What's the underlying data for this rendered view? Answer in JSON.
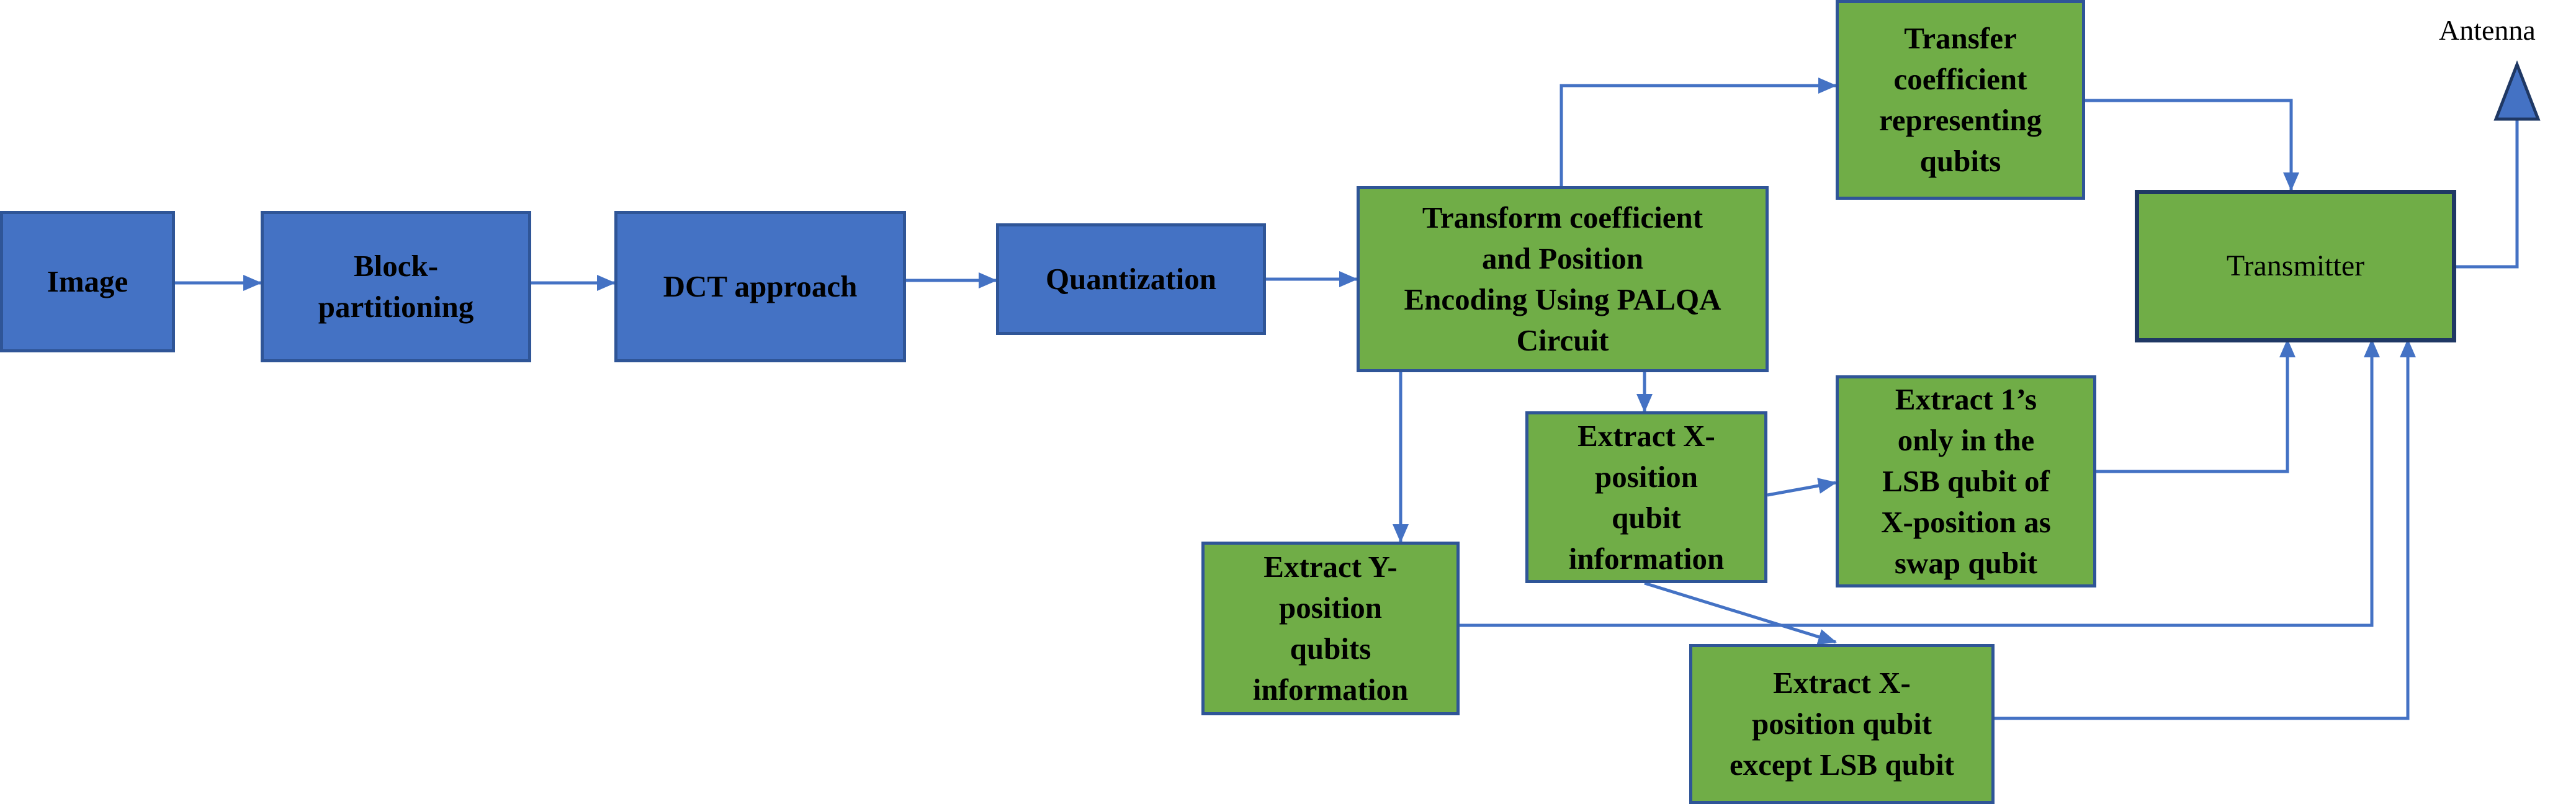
{
  "colors": {
    "blue_fill": "#4472c4",
    "green_fill": "#70ad47",
    "connector": "#4472c4",
    "border": "#2f5597"
  },
  "nodes": {
    "image": "Image",
    "block_partitioning": "Block-\npartitioning",
    "dct": "DCT approach",
    "quantization": "Quantization",
    "transform": "Transform coefficient\nand Position\nEncoding  Using PALQA\nCircuit",
    "transfer": "Transfer\ncoefficient\nrepresenting\nqubits",
    "transmitter": "Transmitter",
    "extract_x": "Extract X-\nposition\nqubit\ninformation",
    "extract_ones": "Extract 1’s\nonly in the\nLSB qubit of\nX-position as\nswap qubit",
    "extract_y": "Extract Y-\nposition\nqubits\ninformation",
    "extract_x_except": "Extract X-\nposition qubit\nexcept LSB qubit"
  },
  "antenna": {
    "label": "Antenna",
    "icon": "triangle-antenna-icon"
  }
}
